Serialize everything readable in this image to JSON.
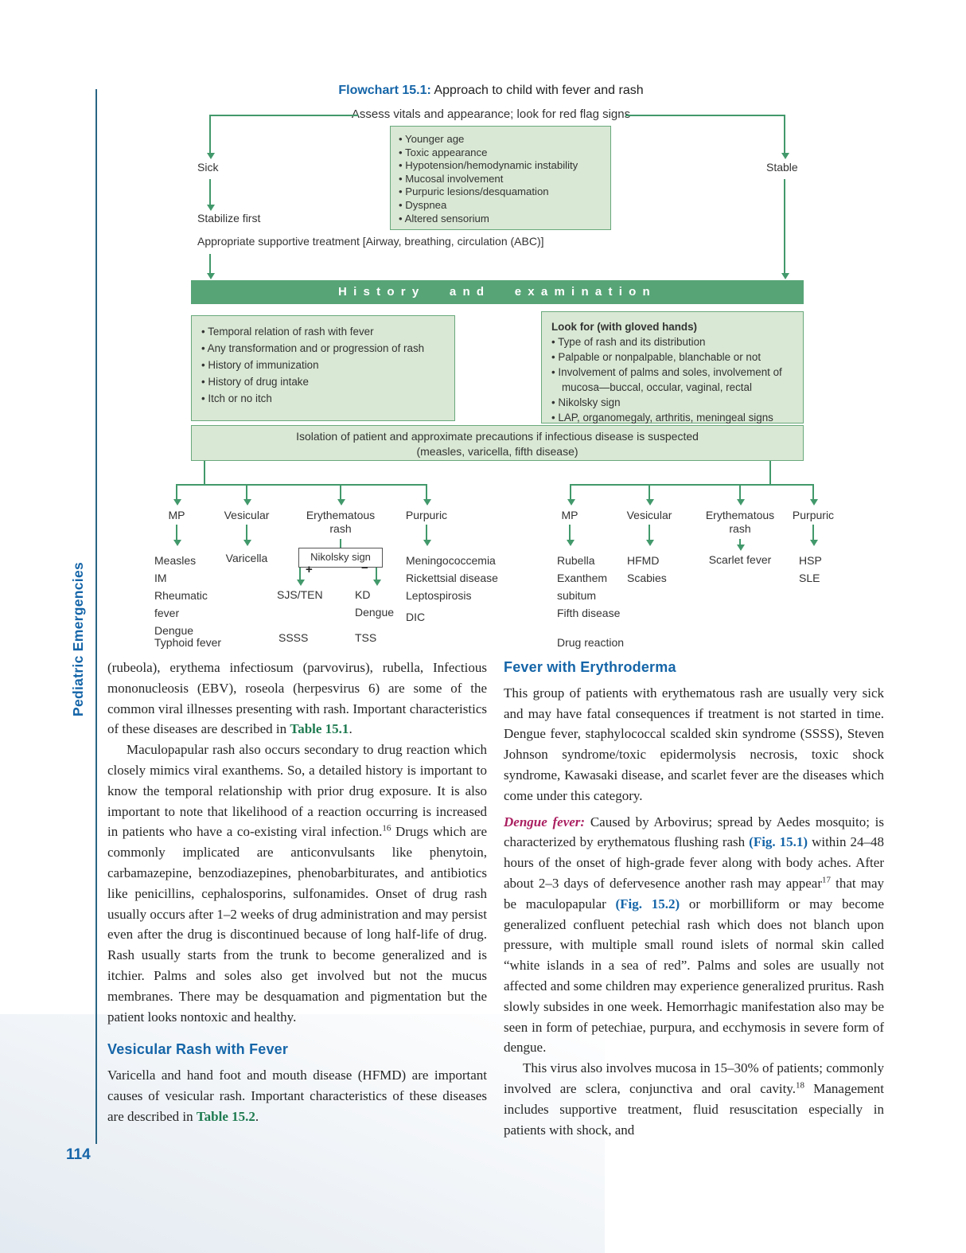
{
  "page": {
    "number": "114",
    "sidebar_label": "Pediatric Emergencies"
  },
  "colors": {
    "box_fill": "#d9e8d4",
    "box_border": "#69a97c",
    "bar_green": "#57a477",
    "line_green": "#42996b",
    "heading_blue": "#1565a8",
    "link_green": "#1e7a50",
    "lead_magenta": "#aa1f60",
    "rule_blue": "#2a6584"
  },
  "flowchart": {
    "title_label": "Flowchart 15.1:",
    "title_text": " Approach to child with fever and rash",
    "assess": "Assess vitals and appearance; look for red flag signs",
    "sick": "Sick",
    "stable": "Stable",
    "stabilize": "Stabilize first",
    "supportive": "Appropriate supportive treatment [Airway, breathing, circulation (ABC)]",
    "red_flags": [
      "Younger age",
      "Toxic appearance",
      "Hypotension/hemodynamic instability",
      "Mucosal involvement",
      "Purpuric lesions/desquamation",
      "Dyspnea",
      "Altered sensorium"
    ],
    "history_bar": "History and examination",
    "history_points": [
      "Temporal relation of rash with fever",
      "Any transformation and or progression of rash",
      "History of immunization",
      "History of drug intake",
      "Itch or no itch"
    ],
    "lookfor_title": "Look for (with gloved hands)",
    "lookfor_points": [
      "Type of rash and its distribution",
      "Palpable or nonpalpable, blanchable or not",
      "Involvement of palms and soles, involvement of mucosa—buccal, occular, vaginal, rectal",
      "Nikolsky sign",
      "LAP, organomegaly, arthritis, meningeal signs"
    ],
    "isolation_line1": "Isolation of patient and approximate precautions if infectious disease is suspected",
    "isolation_line2": "(measles, varicella, fifth disease)",
    "left": {
      "mp": "MP",
      "vesicular": "Vesicular",
      "erythematous": "Erythematous rash",
      "purpuric": "Purpuric",
      "mp_list": "Measles\nIM\nRheumatic\nfever\nDengue",
      "mp_extra": "Typhoid fever",
      "vesicular_list": "Varicella",
      "nikolsky": "Nikolsky sign",
      "plus": "+",
      "minus": "−",
      "sjs": "SJS/TEN",
      "kd": "KD",
      "kd_dengue": "Dengue",
      "ssss": "SSSS",
      "tss": "TSS",
      "purpuric_list": "Meningococcemia\nRickettsial disease\nLeptospirosis",
      "purpuric_extra": "DIC"
    },
    "right": {
      "mp": "MP",
      "vesicular": "Vesicular",
      "erythematous": "Erythematous rash",
      "purpuric": "Purpuric",
      "mp_list": "Rubella\nExanthem\nsubitum\nFifth disease",
      "mp_extra": "Drug reaction",
      "vesicular_list": "HFMD\nScabies",
      "erythematous_list": "Scarlet fever",
      "purpuric_list": "HSP\nSLE"
    }
  },
  "article": {
    "left": {
      "p1": [
        {
          "t": "(rubeola), erythema infectiosum (parvovirus), rubella, Infectious mononucleosis (EBV), roseola (herpesvirus 6) are some of the common viral illnesses presenting with rash. Important characteristics of these diseases are described in "
        },
        {
          "t": "Table 15.1",
          "s": "green"
        },
        {
          "t": "."
        }
      ],
      "p2": [
        {
          "t": "Maculopapular rash also occurs secondary to drug reaction which closely mimics viral exanthems. So, a detailed history is important to know the temporal relationship with prior drug exposure. It is also important to note that likelihood of a reaction occurring is increased in patients who have a co-existing viral infection."
        },
        {
          "t": "16",
          "s": "sup"
        },
        {
          "t": " Drugs which are commonly implicated are anticonvulsants like phenytoin, carbamazepine, benzodiazepines, phenobarbiturates, and antibiotics like penicillins, cephalosporins, sulfonamides. Onset of drug rash usually occurs after 1–2 weeks of drug administration and may persist even after the drug is discontinued because of long half-life of drug. Rash usually starts from the trunk to become generalized and is itchier. Palms and soles also get involved but not the mucus membranes. There may be desquamation and pigmentation but the patient looks nontoxic and healthy."
        }
      ],
      "h2": "Vesicular Rash with Fever",
      "p3": [
        {
          "t": "Varicella and hand foot and mouth disease (HFMD) are important causes of vesicular rash. Important characteristics of these diseases are described in "
        },
        {
          "t": "Table 15.2",
          "s": "green"
        },
        {
          "t": "."
        }
      ]
    },
    "right": {
      "h1": "Fever with Erythroderma",
      "p1": [
        {
          "t": "This group of patients with erythematous rash are usually very sick and may have fatal consequences if treatment is not started in time. Dengue fever, staphylococcal scalded skin syndrome (SSSS), Steven Johnson syndrome/toxic epidermolysis necrosis, toxic shock syndrome, Kawasaki disease, and scarlet fever are the diseases which come under this category."
        }
      ],
      "p2": [
        {
          "t": "Dengue fever:",
          "s": "magenta"
        },
        {
          "t": " Caused by Arbovirus; spread by Aedes mosquito; is characterized by erythematous flushing rash "
        },
        {
          "t": "(Fig. 15.1)",
          "s": "blue"
        },
        {
          "t": " within 24–48 hours of the onset of high-grade fever along with body aches. After about 2–3 days of defervesence another rash may appear"
        },
        {
          "t": "17",
          "s": "sup"
        },
        {
          "t": " that may be maculopapular "
        },
        {
          "t": "(Fig. 15.2)",
          "s": "blue"
        },
        {
          "t": " or morbilliform or may become generalized confluent petechial rash which does not blanch upon pressure, with multiple small round islets of normal skin called “white islands in a sea of red”. Palms and soles are usually not affected and some children may experience generalized pruritus. Rash slowly subsides in one week. Hemorrhagic manifestation also may be seen in form of petechiae, purpura, and ecchymosis in severe form of dengue."
        }
      ],
      "p3": [
        {
          "t": "This virus also involves mucosa in 15–30% of patients; commonly involved are sclera, conjunctiva and oral cavity."
        },
        {
          "t": "18",
          "s": "sup"
        },
        {
          "t": " Management includes supportive treatment, fluid resuscitation especially in patients with shock, and"
        }
      ]
    }
  }
}
